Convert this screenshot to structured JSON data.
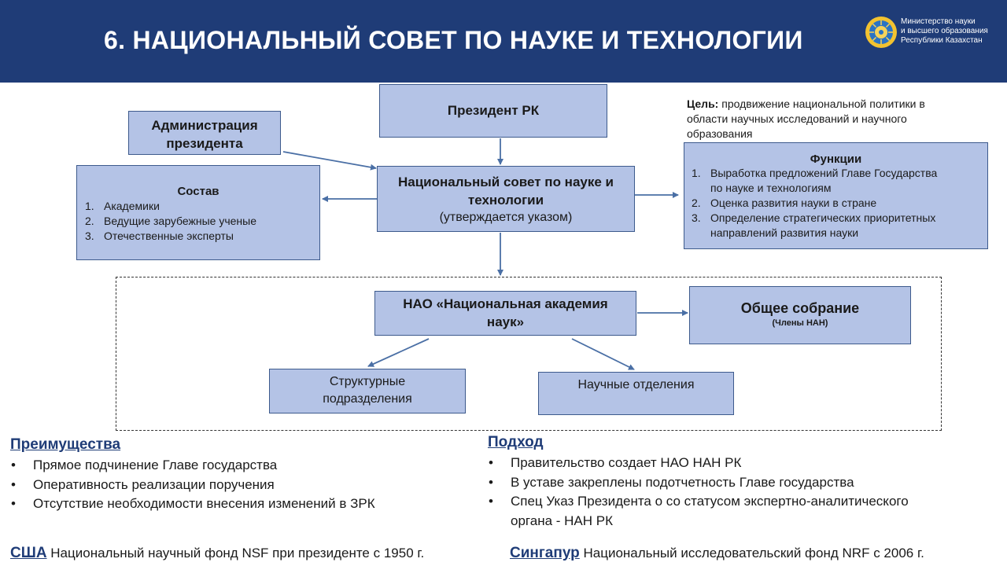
{
  "header": {
    "title": "6. НАЦИОНАЛЬНЫЙ СОВЕТ ПО НАУКЕ И ТЕХНОЛОГИИ",
    "ministry": [
      "Министерство науки",
      "и высшего образования",
      "Республики Казахстан"
    ],
    "bg_color": "#1f3c77"
  },
  "diagram": {
    "president": "Президент РК",
    "administration": "Администрация президента",
    "council": {
      "line1": "Национальный совет по науке и",
      "line2": "технологии",
      "line3": "(утверждается указом)"
    },
    "composition": {
      "title": "Состав",
      "items": [
        "Академики",
        "Ведущие  зарубежные ученые",
        "Отечественные эксперты"
      ]
    },
    "goal": {
      "label": "Цель:",
      "lines": [
        " продвижение национальной политики в",
        "области научных исследований и научного",
        "образования"
      ]
    },
    "functions": {
      "title": "Функции",
      "items": [
        [
          "Выработка предложений  Главе Государства",
          "по науке и технологиям"
        ],
        [
          "Оценка развития науки в стране"
        ],
        [
          "Определение стратегических приоритетных",
          "направлений развития науки"
        ]
      ]
    },
    "academy": {
      "line1": "НАО «Национальная академия",
      "line2": "наук»"
    },
    "assembly": {
      "title": "Общее собрание",
      "subtitle": "(Члены НАН)"
    },
    "structural": {
      "line1": "Структурные",
      "line2": "подразделения"
    },
    "departments": "Научные отделения",
    "box_color": "#b4c3e6"
  },
  "advantages": {
    "title": "Преимущества",
    "items": [
      "Прямое подчинение Главе государства",
      "Оперативность реализации поручения",
      "Отсутствие необходимости внесения изменений в ЗРК"
    ]
  },
  "approach": {
    "title": "Подход",
    "items": [
      [
        "Правительство создает НАО НАН РК"
      ],
      [
        "В уставе закреплены подотчетность Главе государства"
      ],
      [
        "Спец Указ Президента о со статусом экспертно-аналитического",
        "органа - НАН РК"
      ]
    ]
  },
  "footer": {
    "usa_label": "США",
    "usa_text": " Национальный научный фонд NSF при президенте с 1950 г.",
    "sg_label": "Сингапур",
    "sg_text": " Национальный исследовательский фонд NRF с 2006 г."
  }
}
